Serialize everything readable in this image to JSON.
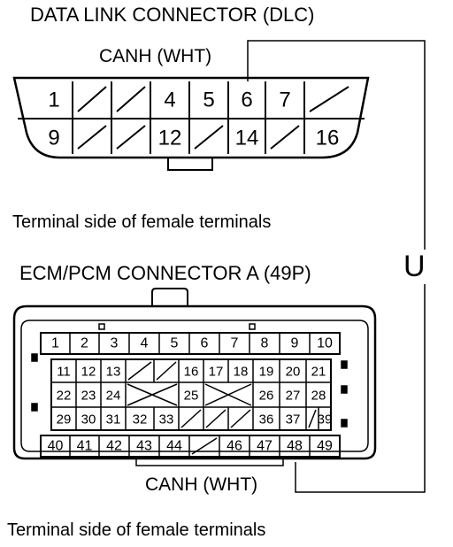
{
  "dlc": {
    "title": "DATA LINK CONNECTOR (DLC)",
    "wire_label": "CANH (WHT)",
    "side_note": "Terminal side of female terminals",
    "row1": [
      "1",
      "",
      "",
      "4",
      "5",
      "6",
      "7",
      ""
    ],
    "row2": [
      "9",
      "",
      "",
      "12",
      "",
      "14",
      "",
      "16"
    ]
  },
  "ecm": {
    "title": "ECM/PCM CONNECTOR A (49P)",
    "wire_label": "CANH (WHT)",
    "side_note": "Terminal side of female terminals",
    "row1": [
      "1",
      "2",
      "3",
      "4",
      "5",
      "6",
      "7",
      "8",
      "9",
      "10"
    ],
    "row2": [
      "11",
      "12",
      "13",
      "",
      "",
      "16",
      "17",
      "18",
      "19",
      "20",
      "21"
    ],
    "row3": [
      "22",
      "23",
      "24",
      "",
      "",
      "25",
      "",
      "",
      "26",
      "27",
      "28"
    ],
    "row4": [
      "29",
      "30",
      "31",
      "32",
      "33",
      "",
      "",
      "",
      "36",
      "37",
      "",
      "39"
    ],
    "row5": [
      "40",
      "41",
      "42",
      "43",
      "44",
      "",
      "46",
      "47",
      "48",
      "49"
    ]
  },
  "continuity_symbol": "U",
  "colors": {
    "line": "#000000",
    "background": "#ffffff"
  }
}
